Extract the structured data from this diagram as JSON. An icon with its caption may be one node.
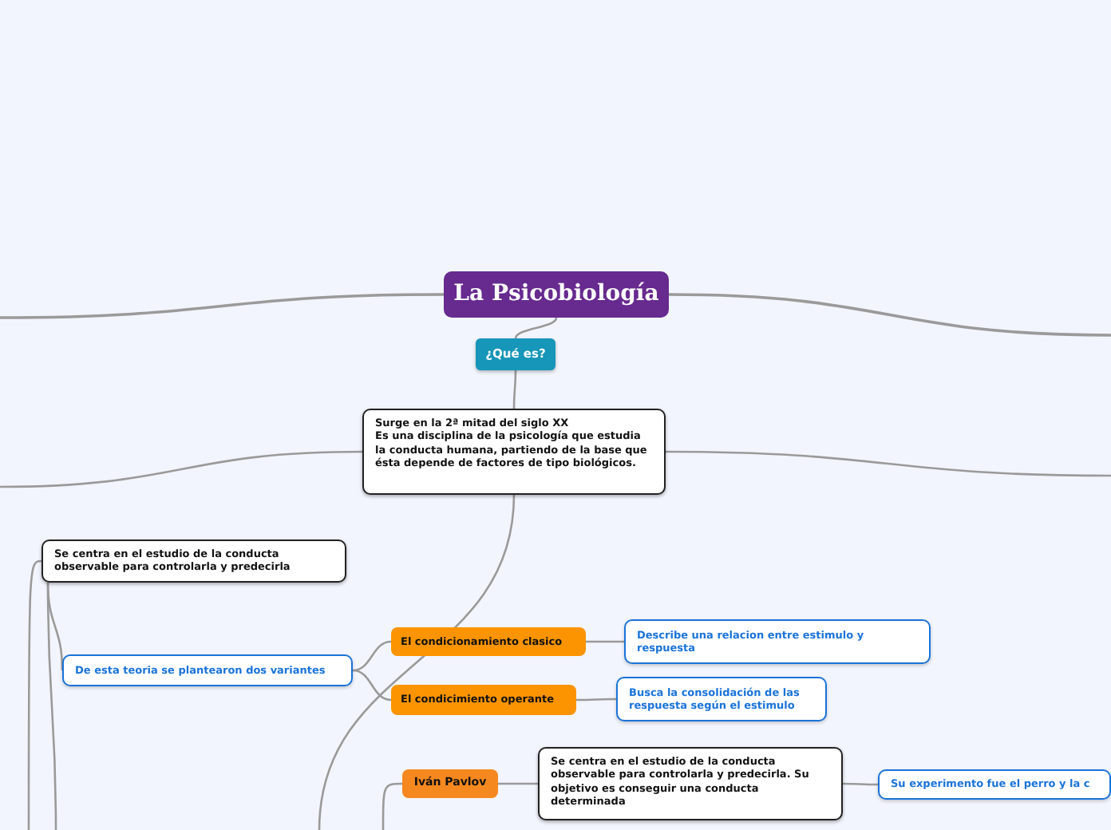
{
  "diagram": {
    "nodes": [
      {
        "text": [
          "La Psicobiología"
        ]
      },
      {
        "text": [
          "¿Qué es?"
        ]
      },
      {
        "text": [
          "Surge en la 2ª mitad del siglo XX",
          "Es una disciplina de la psicología que estudia la conducta humana, partiendo de la base que ésta depende de factores de tipo biológicos."
        ]
      },
      {
        "text": [
          "Se centra en el estudio de la conducta observable para controlarla y predecirla"
        ]
      },
      {
        "text": [
          "De esta teoria se plantearon dos variantes"
        ]
      },
      {
        "text": [
          "El condicionamiento clasico"
        ]
      },
      {
        "text": [
          "El condicimiento operante"
        ]
      },
      {
        "text": [
          "Describe una relacion entre estimulo y respuesta"
        ]
      },
      {
        "text": [
          "Busca la consolidación de las respuesta según el estimulo"
        ]
      },
      {
        "text": [
          "Iván Pavlov"
        ]
      },
      {
        "text": [
          "Se centra en el estudio de la conducta observable para controlarla y predecirla. Su objetivo es conseguir una conducta determinada"
        ]
      },
      {
        "text": [
          "Su experimento fue el perro y la c"
        ]
      }
    ],
    "edges": [
      {
        "from": 0,
        "to": null,
        "arrow": "none"
      },
      {
        "from": 0,
        "to": null,
        "arrow": "none"
      },
      {
        "from": 0,
        "to": 1,
        "arrow": "none"
      },
      {
        "from": 1,
        "to": 2,
        "arrow": "none"
      },
      {
        "from": 2,
        "to": null,
        "arrow": "none"
      },
      {
        "from": 2,
        "to": null,
        "arrow": "none"
      },
      {
        "from": 2,
        "to": null,
        "arrow": "none"
      },
      {
        "from": null,
        "to": 3,
        "arrow": "none"
      },
      {
        "from": 3,
        "to": null,
        "arrow": "none"
      },
      {
        "from": 3,
        "to": 4,
        "arrow": "none"
      },
      {
        "from": 4,
        "to": 5,
        "arrow": "none"
      },
      {
        "from": 4,
        "to": 6,
        "arrow": "none"
      },
      {
        "from": 5,
        "to": 7,
        "arrow": "none"
      },
      {
        "from": 6,
        "to": 8,
        "arrow": "none"
      },
      {
        "from": null,
        "to": 9,
        "arrow": "none"
      },
      {
        "from": 9,
        "to": 10,
        "arrow": "none"
      },
      {
        "from": 10,
        "to": 11,
        "arrow": "none"
      }
    ]
  }
}
